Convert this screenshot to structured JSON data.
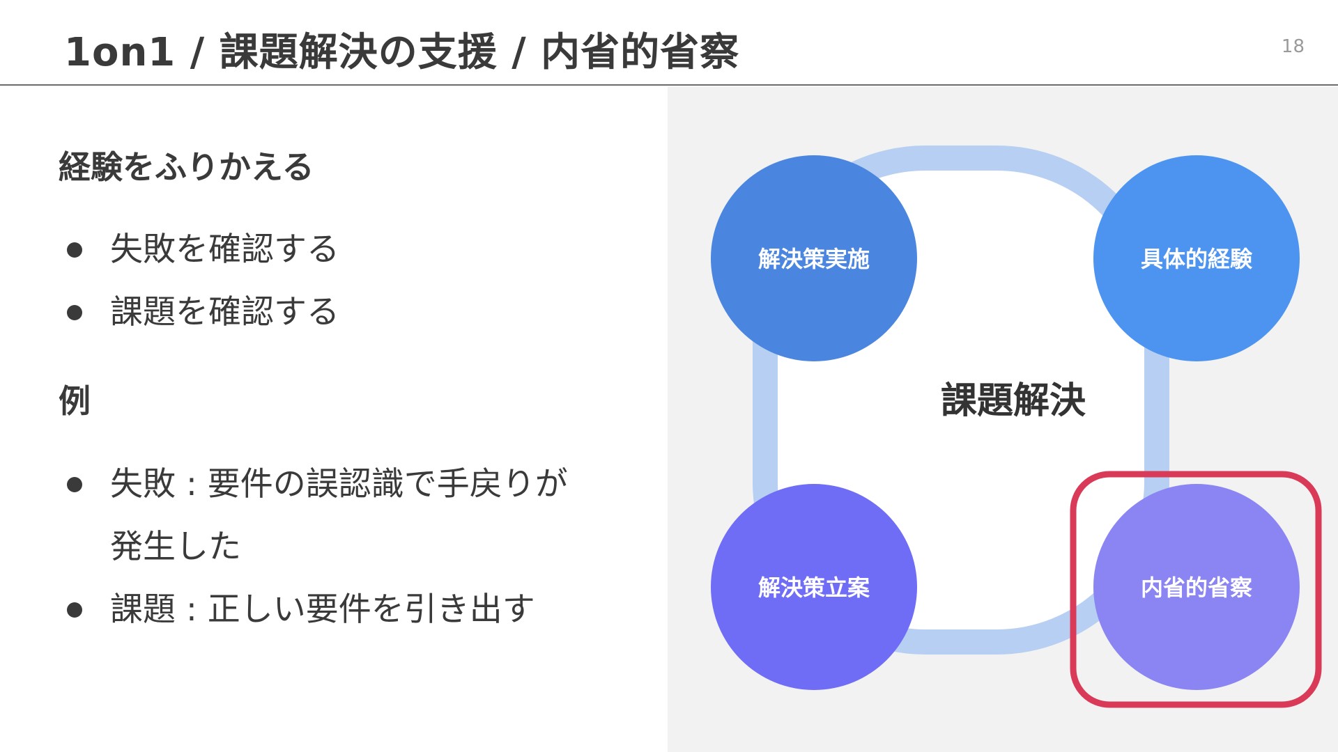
{
  "header": {
    "title": "1on1 / 課題解決の支援 / 内省的省察",
    "page_number": "18"
  },
  "content": {
    "heading_1": "経験をふりかえる",
    "list_1": [
      "失敗を確認する",
      "課題を確認する"
    ],
    "heading_2": "例",
    "list_2_item_1_line_1": "失敗 : 要件の誤認識で手戻りが",
    "list_2_item_1_line_2": "発生した",
    "list_2_item_2": "課題 : 正しい要件を引き出す"
  },
  "diagram": {
    "center_label": "課題解決",
    "nodes": [
      {
        "label": "解決策実施",
        "color": "#4a86e0"
      },
      {
        "label": "具体的経験",
        "color": "#4c94f0"
      },
      {
        "label": "解決策立案",
        "color": "#6f6cf6"
      },
      {
        "label": "内省的省察",
        "color": "#8a85f2"
      }
    ],
    "ring_color": "#b7cff2",
    "highlight_color": "#d93a57"
  }
}
